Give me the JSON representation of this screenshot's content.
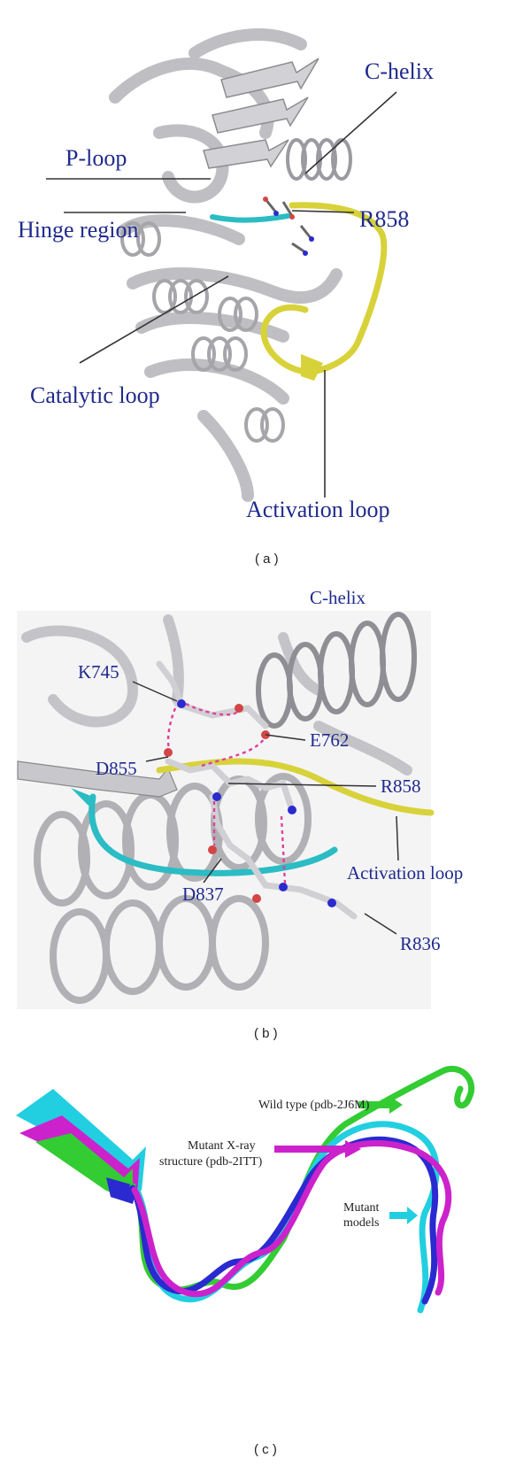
{
  "panel_a": {
    "labels": {
      "c_helix": "C-helix",
      "p_loop": "P-loop",
      "hinge": "Hinge region",
      "r858": "R858",
      "catalytic": "Catalytic loop",
      "activation": "Activation loop"
    },
    "caption": "( a )"
  },
  "panel_b": {
    "labels": {
      "c_helix": "C-helix",
      "k745": "K745",
      "e762": "E762",
      "d855": "D855",
      "r858": "R858",
      "activation": "Activation loop",
      "d837": "D837",
      "r836": "R836"
    },
    "caption": "( b )"
  },
  "panel_c": {
    "labels": {
      "wild_type": "Wild type (pdb-2J6M)",
      "mutant_xray_1": "Mutant X-ray",
      "mutant_xray_2": "structure (pdb-2ITT)",
      "mutant_models_1": "Mutant",
      "mutant_models_2": "models"
    },
    "caption": "( c )"
  },
  "colors": {
    "label_blue": "#1f2a8c",
    "ribbon_gray": "#c9c9cc",
    "activation_yellow": "#d8d23a",
    "catalytic_cyan": "#2bbcc4",
    "hbond_magenta": "#e0409a",
    "wild_green": "#33cc33",
    "mutant_magenta": "#cc22cc",
    "model_blue": "#2a2ad0",
    "model_cyan": "#22cfe0"
  }
}
